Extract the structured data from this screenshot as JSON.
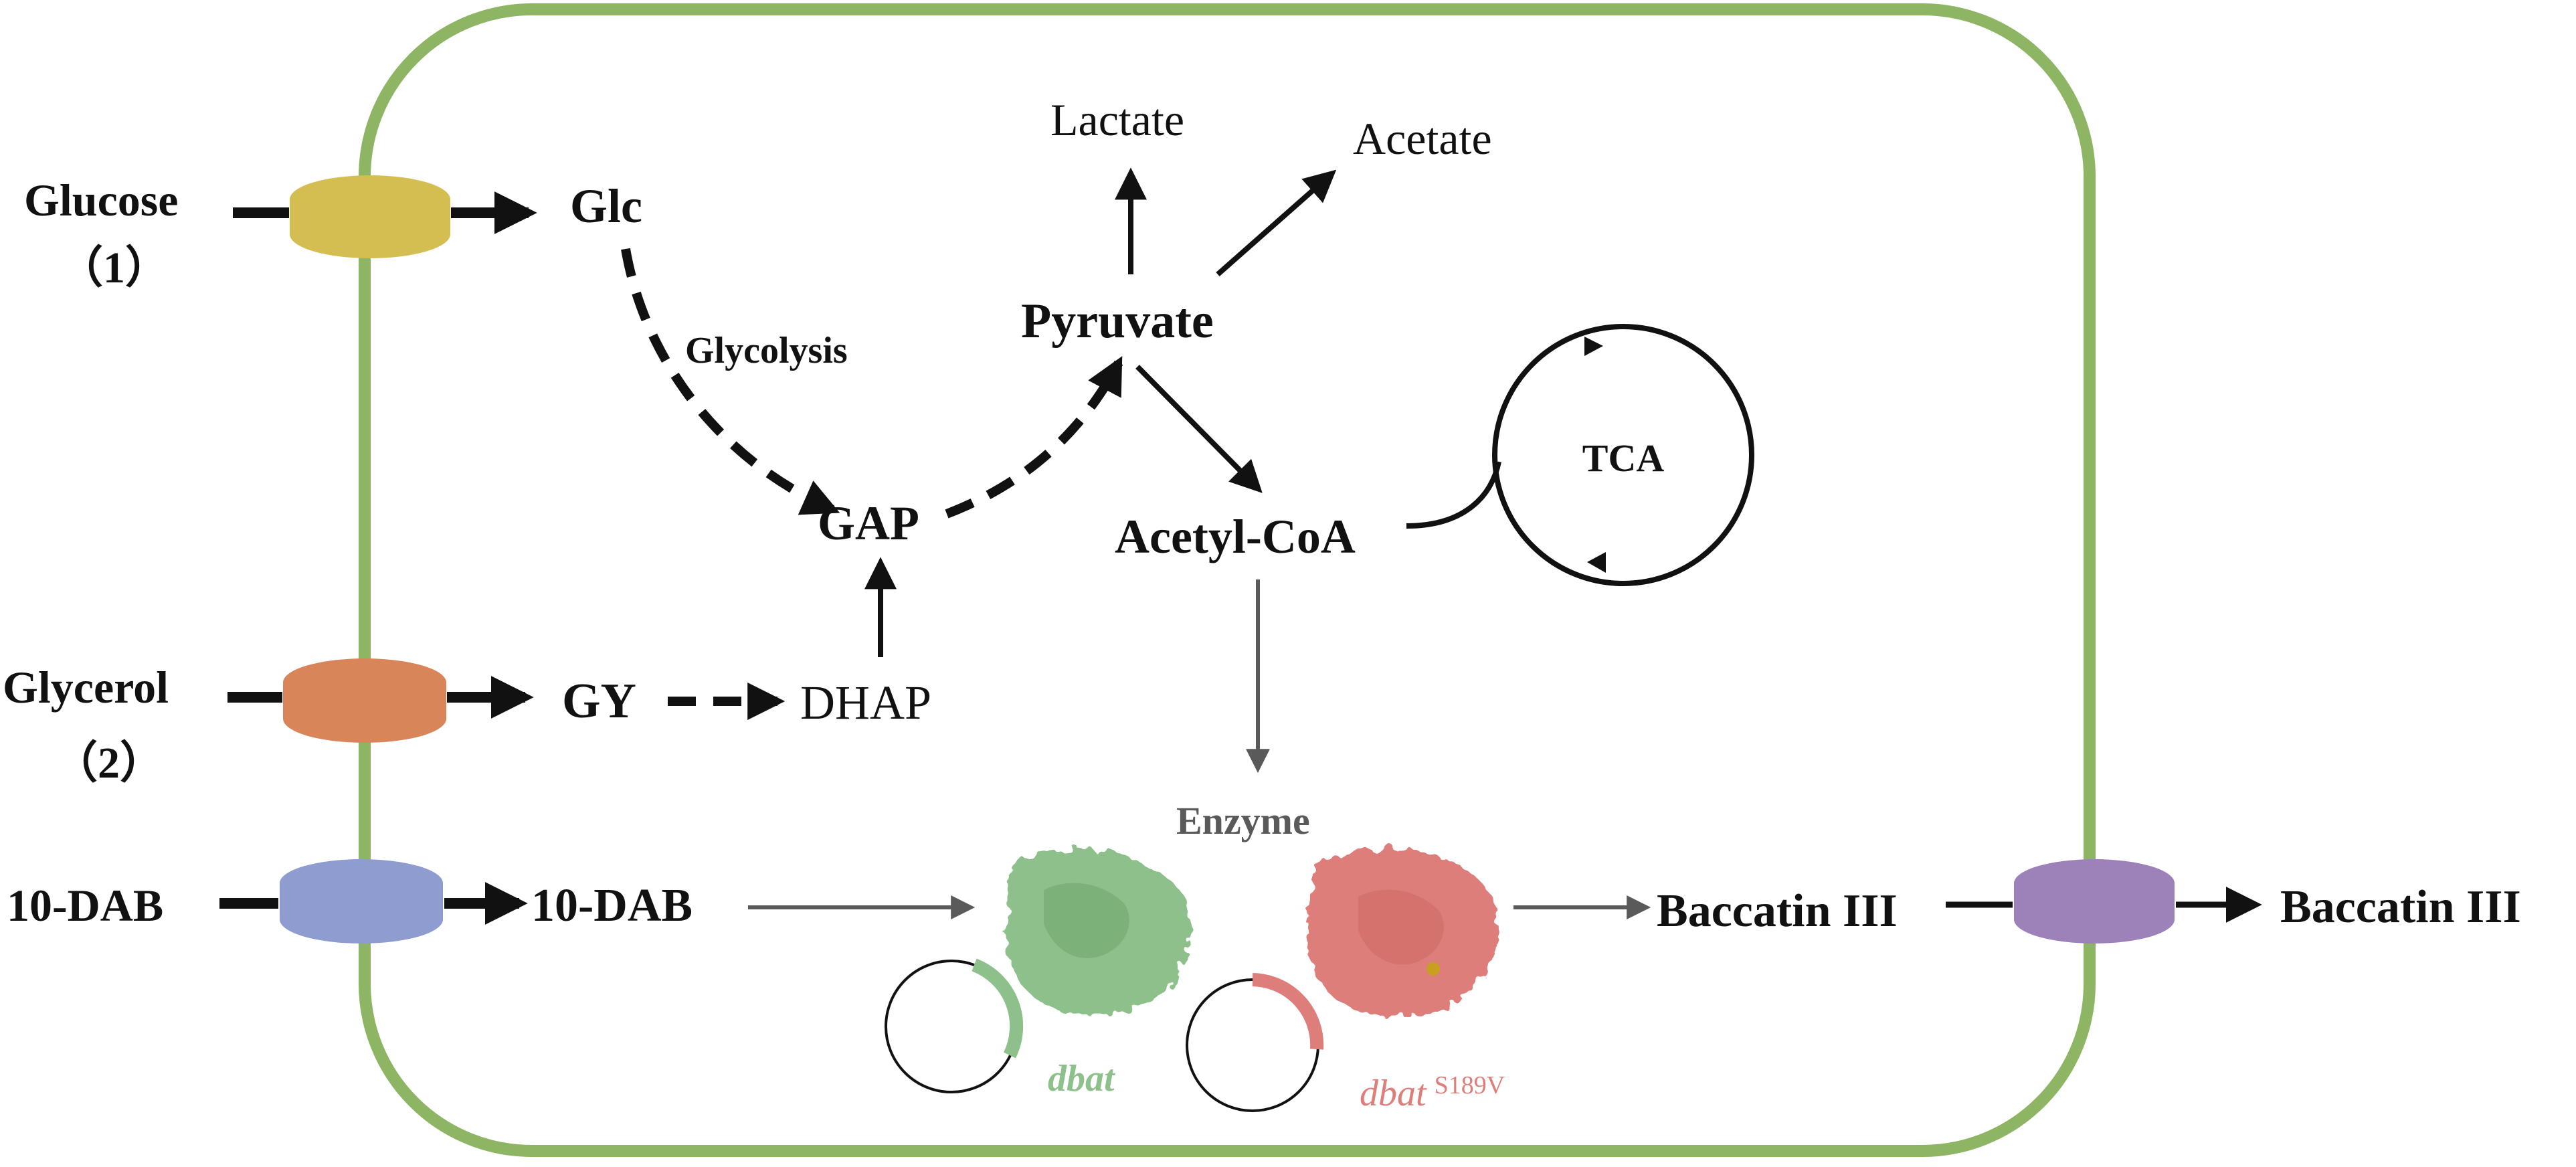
{
  "labels": {
    "glucose": "Glucose",
    "glucose_num": "（1）",
    "glycerol": "Glycerol",
    "glycerol_num": "（2）",
    "dab_outside": "10-DAB",
    "glc": "Glc",
    "glycolysis": "Glycolysis",
    "gap": "GAP",
    "gy": "GY",
    "dhap": "DHAP",
    "pyruvate": "Pyruvate",
    "lactate": "Lactate",
    "acetate": "Acetate",
    "acetyl_coa": "Acetyl-CoA",
    "tca": "TCA",
    "enzyme": "Enzyme",
    "dab_inside": "10-DAB",
    "baccatin_inside": "Baccatin III",
    "baccatin_outside": "Baccatin III",
    "dbat": "dbat",
    "dbat_mut": "dbat",
    "dbat_mut_sup": "S189V"
  },
  "colors": {
    "membrane": "#8DB563",
    "transporter_glucose": "#D4BE52",
    "transporter_glycerol": "#D9855A",
    "transporter_dab": "#8E9CD0",
    "transporter_baccatin": "#9C82B8",
    "enzyme_wild": "#8DC08A",
    "enzyme_mutant": "#DE7E7A",
    "grey_arrow": "#5A5A5A",
    "text_black": "#111111"
  }
}
